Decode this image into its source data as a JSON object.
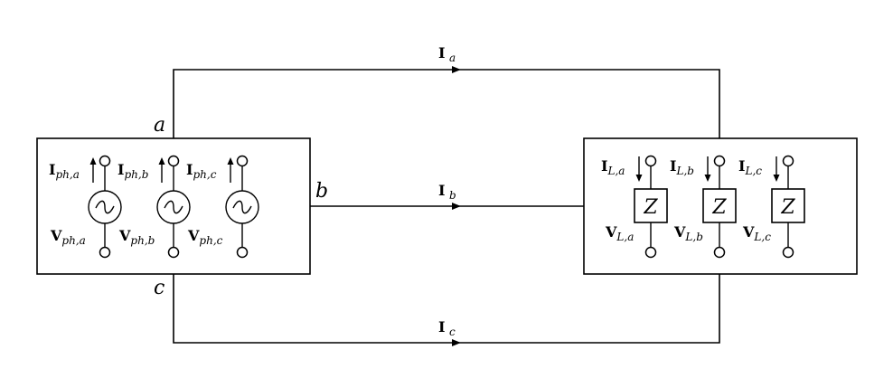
{
  "nodes": {
    "a": "a",
    "b": "b",
    "c": "c"
  },
  "line_currents": {
    "a": {
      "sym": "I",
      "sub": "a"
    },
    "b": {
      "sym": "I",
      "sub": "b"
    },
    "c": {
      "sym": "I",
      "sub": "c"
    }
  },
  "source": {
    "phases": [
      {
        "current": "I",
        "current_sub": "ph,a",
        "voltage": "V",
        "voltage_sub": "ph,a"
      },
      {
        "current": "I",
        "current_sub": "ph,b",
        "voltage": "V",
        "voltage_sub": "ph,b"
      },
      {
        "current": "I",
        "current_sub": "ph,c",
        "voltage": "V",
        "voltage_sub": "ph,c"
      }
    ]
  },
  "load": {
    "impedance_label": "Z",
    "phases": [
      {
        "current": "I",
        "current_sub": "L,a",
        "voltage": "V",
        "voltage_sub": "L,a"
      },
      {
        "current": "I",
        "current_sub": "L,b",
        "voltage": "V",
        "voltage_sub": "L,b"
      },
      {
        "current": "I",
        "current_sub": "L,c",
        "voltage": "V",
        "voltage_sub": "L,c"
      }
    ]
  }
}
